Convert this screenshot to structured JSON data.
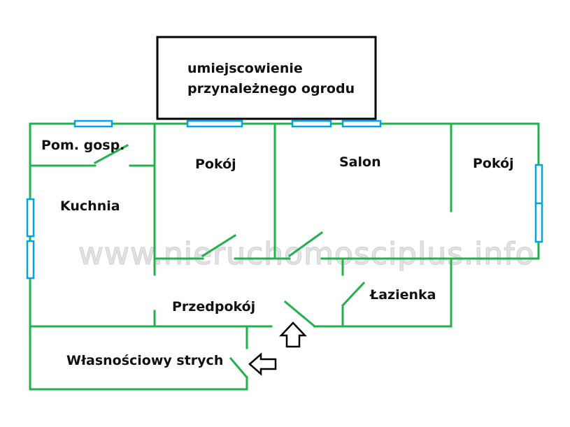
{
  "garden_label": [
    "umiejscowienie",
    "przynależnego ogrodu"
  ],
  "rooms": {
    "pom_gosp": "Pom. gosp.",
    "pokoj_left": "Pokój",
    "salon": "Salon",
    "pokoj_right": "Pokój",
    "kuchnia": "Kuchnia",
    "lazienka": "Łazienka",
    "przedpokoj": "Przedpokój",
    "strych": "Własnościowy strych"
  },
  "watermark": "www.nieruchomosciplus.info",
  "colors": {
    "wall": "#22b14c",
    "window": "#00a2e8",
    "outline": "#000000"
  },
  "icons": [
    "entrance-arrow-up-icon",
    "entrance-arrow-left-icon"
  ]
}
